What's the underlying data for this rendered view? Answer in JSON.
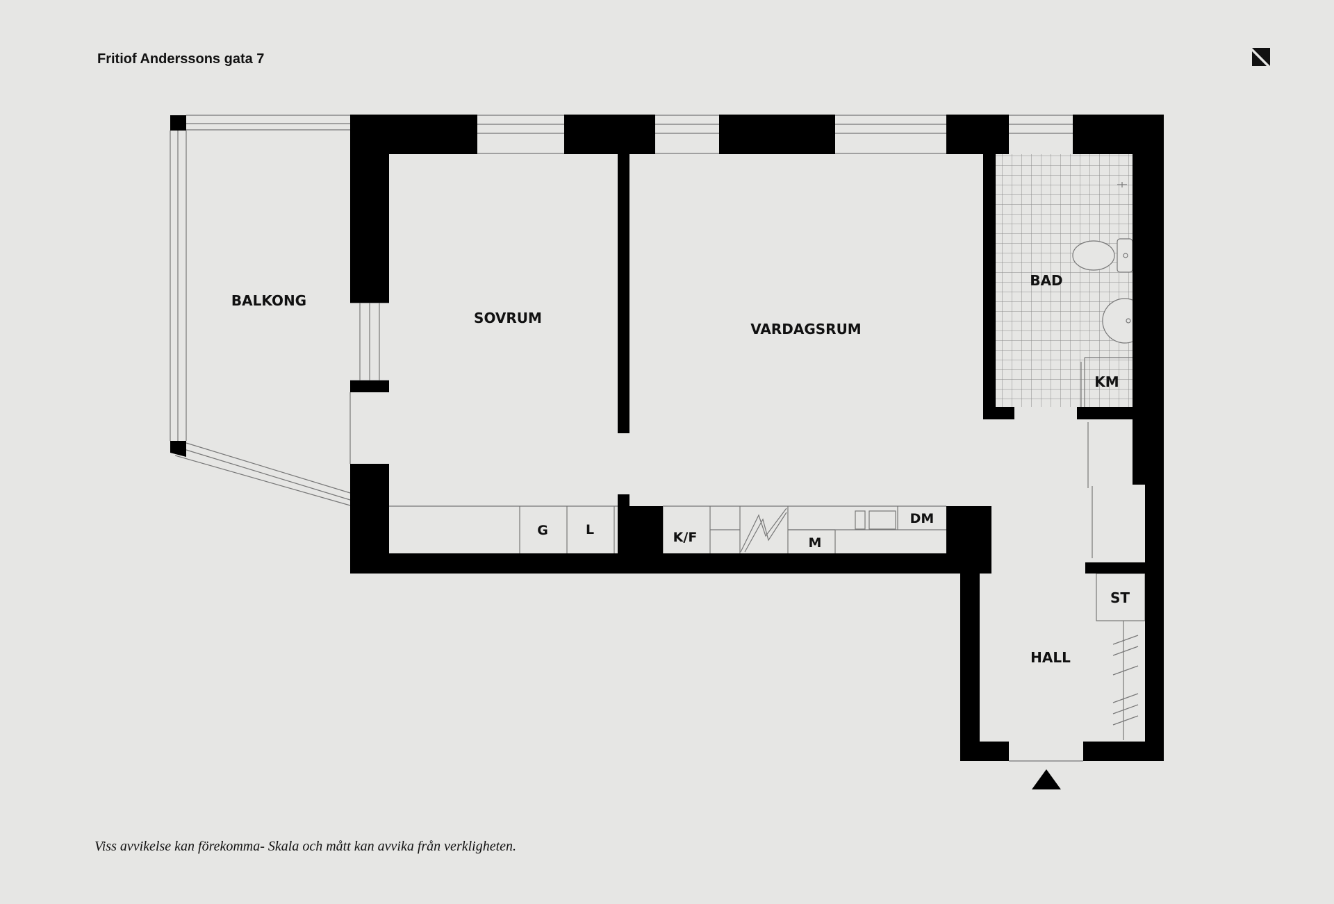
{
  "header": {
    "address": "Fritiof Anderssons gata 7",
    "logo_icon": "brand-logo-icon"
  },
  "rooms": {
    "balkong": "BALKONG",
    "sovrum": "SOVRUM",
    "vardagsrum": "VARDAGSRUM",
    "bad": "BAD",
    "km": "KM",
    "hall": "HALL",
    "st": "ST"
  },
  "fixtures": {
    "g": "G",
    "l": "L",
    "kf": "K/F",
    "m": "M",
    "dm": "DM"
  },
  "footer": {
    "disclaimer": "Viss avvikelse kan förekomma- Skala och mått kan avvika från verkligheten."
  },
  "colors": {
    "background": "#e6e6e4",
    "wall": "#000000",
    "line": "#777777",
    "text": "#111111"
  }
}
